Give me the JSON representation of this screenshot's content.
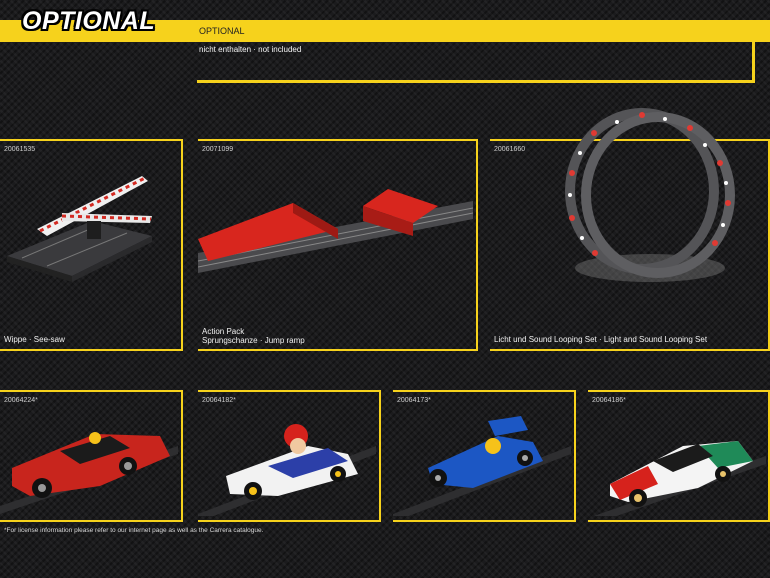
{
  "header": {
    "logo": "OPTIONAL",
    "title": "OPTIONAL",
    "subtitle": "nicht enthalten · not included"
  },
  "products_row1": [
    {
      "sku": "20061535",
      "caption": "Wippe · See-saw",
      "image": "see-saw-illustration"
    },
    {
      "sku": "20071099",
      "caption_line1": "Action Pack",
      "caption_line2": "Sprungschanze · Jump ramp",
      "image": "jump-ramp-illustration"
    },
    {
      "sku": "20061660",
      "caption": "Licht und Sound Looping Set · Light and Sound Looping Set",
      "image": "looping-illustration"
    }
  ],
  "products_row2": [
    {
      "sku": "20064224*",
      "image": "red-bmw-car-illustration",
      "colors": {
        "body": "#c8251d",
        "accent": "#f6c21a"
      }
    },
    {
      "sku": "20064182*",
      "image": "mario-kart-illustration",
      "colors": {
        "body": "#f2f2f2",
        "accent": "#d6221c"
      }
    },
    {
      "sku": "20064173*",
      "image": "blue-kart-illustration",
      "colors": {
        "body": "#1c57c4",
        "accent": "#f6c21a"
      }
    },
    {
      "sku": "20064186*",
      "image": "ferrari-car-illustration",
      "colors": {
        "body": "#f4f4f4",
        "accent": "#1f8a58"
      }
    }
  ],
  "footer": {
    "note": "*For license information please refer to our internet page as well as the Carrera catalogue."
  },
  "colors": {
    "accent": "#f6d21c",
    "background": "#1b1b1d"
  }
}
